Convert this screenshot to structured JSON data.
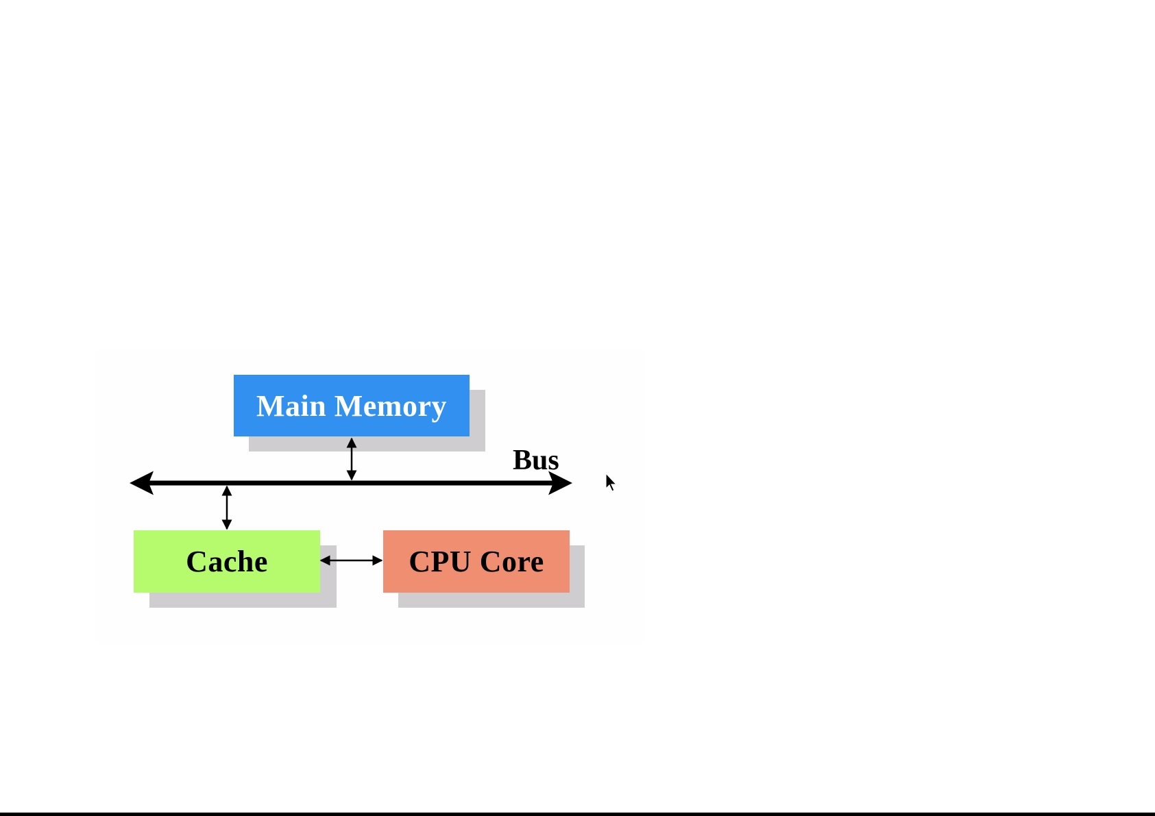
{
  "diagram": {
    "nodes": {
      "main_memory": "Main Memory",
      "cache": "Cache",
      "cpu_core": "CPU Core"
    },
    "bus_label": "Bus",
    "connections": [
      {
        "from": "main_memory",
        "to": "bus",
        "type": "bidirectional"
      },
      {
        "from": "cache",
        "to": "bus",
        "type": "bidirectional"
      },
      {
        "from": "cache",
        "to": "cpu_core",
        "type": "bidirectional"
      }
    ],
    "colors": {
      "main_memory": "#3290f0",
      "cache": "#b6fb6d",
      "cpu_core": "#ef8e70",
      "shadow": "#cfcdd0",
      "bus": "#000000"
    }
  },
  "pointer": {
    "icon": "mouse-pointer-icon"
  }
}
